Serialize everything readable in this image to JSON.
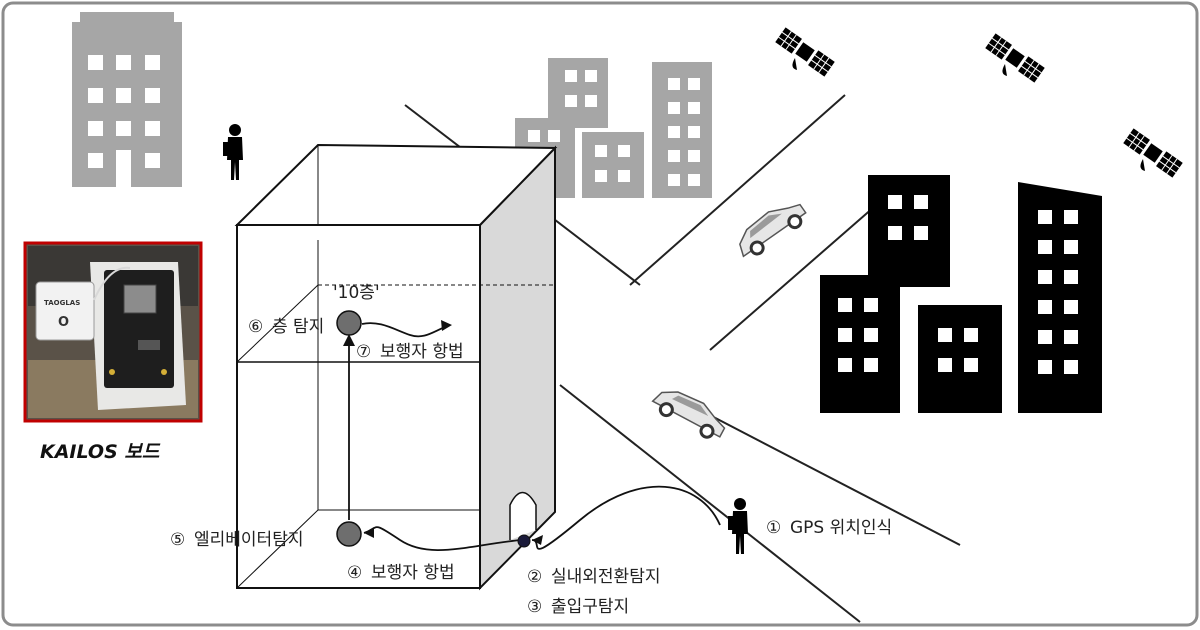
{
  "board": {
    "caption": "KAILOS 보드",
    "chip_brand": "TAOGLAS",
    "chip_mark": "O"
  },
  "floor_label": "'10층'",
  "steps": [
    {
      "num": "①",
      "text": "GPS 위치인식"
    },
    {
      "num": "②",
      "text": "실내외전환탐지"
    },
    {
      "num": "③",
      "text": "출입구탐지"
    },
    {
      "num": "④",
      "text": "보행자 항법"
    },
    {
      "num": "⑤",
      "text": "엘리베이터탐지"
    },
    {
      "num": "⑥",
      "text": "층 탐지"
    },
    {
      "num": "⑦",
      "text": "보행자 항법"
    }
  ],
  "colors": {
    "frame": "#8c8c8c",
    "building_gray": "#a6a6a6",
    "building_black": "#000000",
    "road": "#222222",
    "node_gray": "#6e6e6e",
    "node_dark": "#1a1a3a",
    "board_border": "#c00000"
  },
  "icons": [
    "satellite-icon",
    "car-icon",
    "pedestrian-icon"
  ]
}
